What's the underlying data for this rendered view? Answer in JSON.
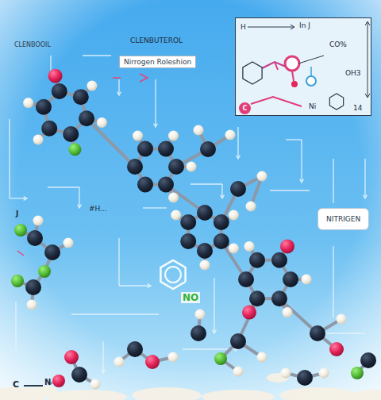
{
  "diagram": {
    "nodes": [
      {
        "text": [
          "Nirrogen Roleshion"
        ]
      },
      {
        "text": [
          "H",
          "In J",
          "CO%",
          "OH3",
          "Ni",
          "14"
        ]
      },
      {
        "text": [
          "C"
        ],
        "in": 1
      },
      {
        "text": [
          "NITRIGEN"
        ]
      }
    ],
    "labels": [
      "CLENBOOIL",
      "CLENBUTEROL",
      "J",
      "#H...",
      "NO",
      "C",
      "N"
    ]
  }
}
